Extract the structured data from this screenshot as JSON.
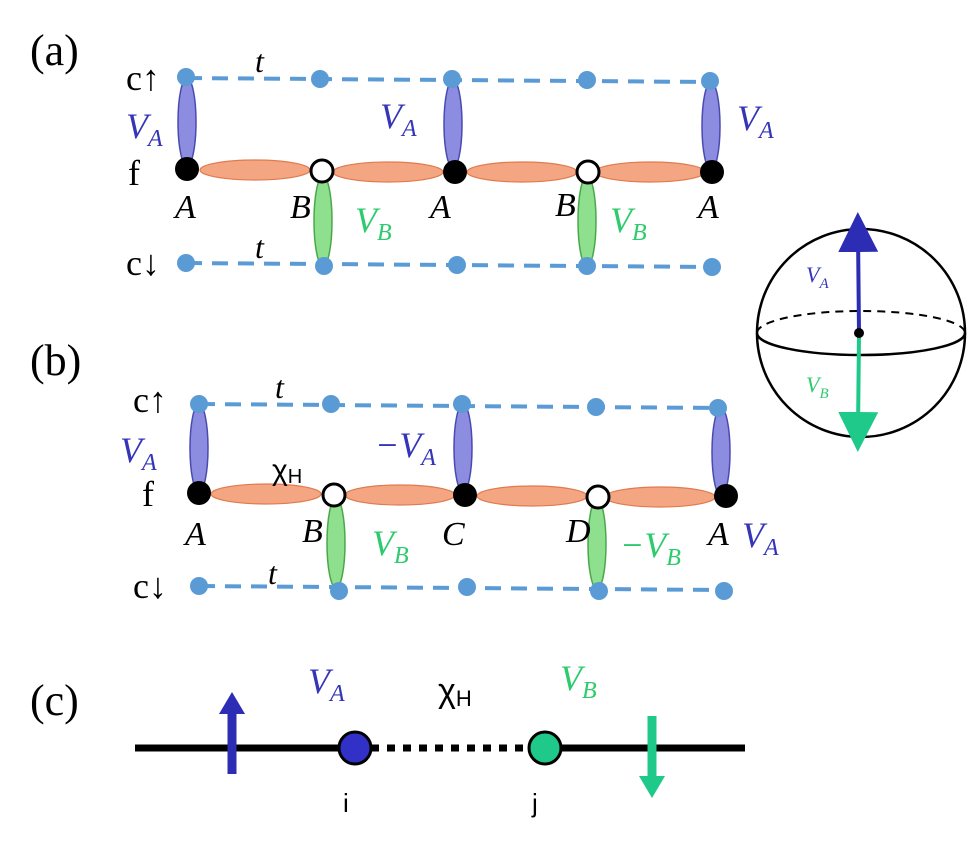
{
  "panels": {
    "a": {
      "label": "(a)",
      "c_up": "c↑",
      "f": "f",
      "c_down": "c↓",
      "t_top": "t",
      "t_bottom": "t",
      "sites": [
        "A",
        "B",
        "A",
        "B",
        "A"
      ],
      "va1": "V",
      "va1_sub": "A",
      "va2": "V",
      "va2_sub": "A",
      "va3": "V",
      "va3_sub": "A",
      "vb1": "V",
      "vb1_sub": "B",
      "vb2": "V",
      "vb2_sub": "B"
    },
    "b": {
      "label": "(b)",
      "c_up": "c↑",
      "f": "f",
      "c_down": "c↓",
      "t_top": "t",
      "t_bottom": "t",
      "chi": "χ",
      "chi_sub": "H",
      "sites": [
        "A",
        "B",
        "C",
        "D",
        "A"
      ],
      "va1": "V",
      "va1_sub": "A",
      "va2": "−V",
      "va2_sub": "A",
      "va3": "V",
      "va3_sub": "A",
      "vb1": "V",
      "vb1_sub": "B",
      "vb2": "−V",
      "vb2_sub": "B"
    },
    "c": {
      "label": "(c)",
      "va": "V",
      "va_sub": "A",
      "vb": "V",
      "vb_sub": "B",
      "chi": "χ",
      "chi_sub": "H",
      "i": "i",
      "j": "j"
    }
  },
  "sphere": {
    "va": "V",
    "va_sub": "A",
    "vb": "V",
    "vb_sub": "B"
  },
  "colors": {
    "va": "#3535b8",
    "vb": "#2ecb6e",
    "chain": "#5b9bd5",
    "bond": "#f4a582"
  }
}
